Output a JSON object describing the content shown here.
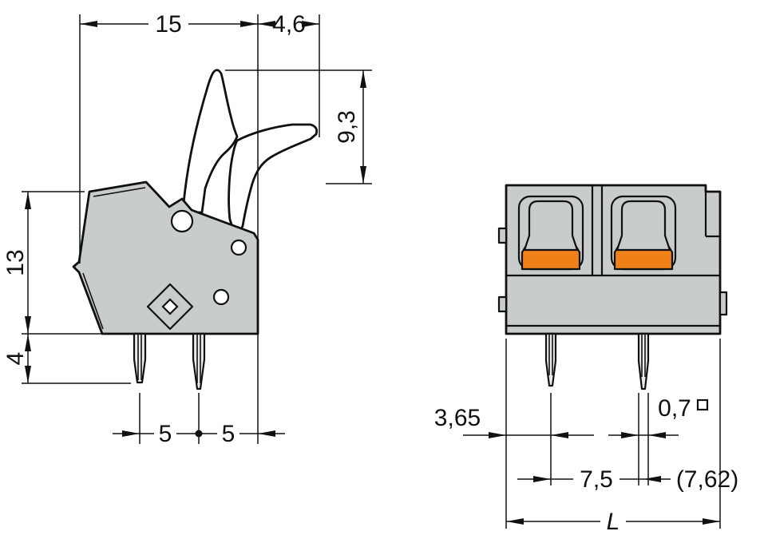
{
  "drawing": {
    "colors": {
      "background": "#ffffff",
      "body": "#c8cccb",
      "accent_orange": "#f08118",
      "line": "#111111"
    },
    "side_view": {
      "dimensions": {
        "overall_width": "15",
        "lever_projection": "4,6",
        "lever_height": "9,3",
        "height": "13",
        "pin_length": "4",
        "pitch_a": "5",
        "pitch_b": "5"
      }
    },
    "front_view": {
      "dimensions": {
        "edge_to_first_pin": "3,65",
        "pin_pitch": "7,5",
        "pin_pitch_alt": "(7,62)",
        "pin_cross_section": "0,7",
        "overall_length": "L"
      }
    }
  }
}
